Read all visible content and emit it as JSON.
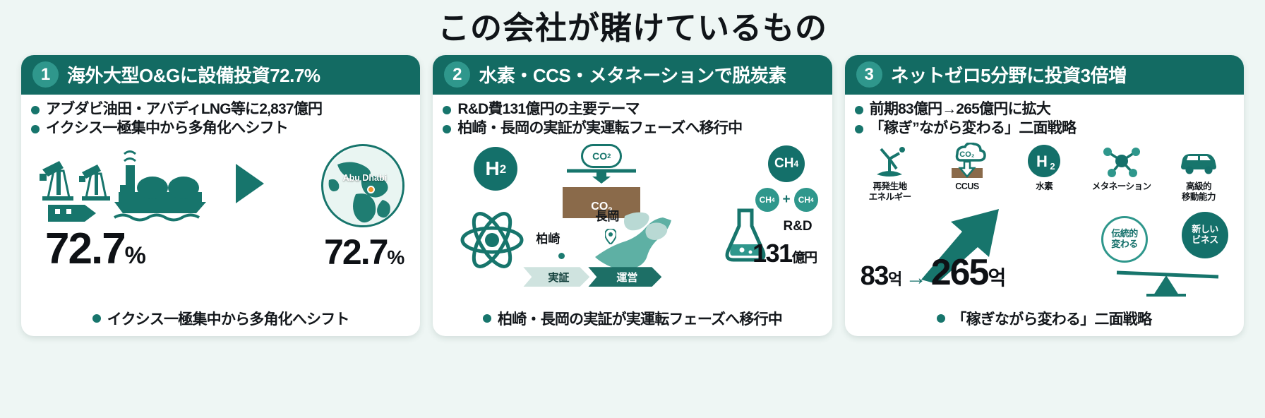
{
  "title": "この会社が賭けているもの",
  "colors": {
    "background": "#eef6f4",
    "header_green": "#136b63",
    "accent_green": "#2f978c",
    "teal": "#17756c",
    "soil_brown": "#8a6a4a"
  },
  "cards": [
    {
      "number": "1",
      "title": "海外大型O&Gに設備投資72.7%",
      "bullets": [
        "アブダビ油田・アバディLNG等に2,837億円",
        "イクシス一極集中から多角化へシフト"
      ],
      "footer_bullet": "イクシス一極集中から多角化へシフト",
      "globe_label": "Abu Dhabi",
      "stat_primary": {
        "value": "72.7",
        "unit": "%"
      },
      "stat_secondary": {
        "value": "72.7",
        "unit": "%"
      },
      "icons": [
        "oil-pumpjack",
        "oil-pumpjack",
        "lng-carrier-ship",
        "refinery-plant",
        "arrow-right",
        "globe"
      ]
    },
    {
      "number": "2",
      "title": "水素・CCS・メタネーションで脱炭素",
      "bullets": [
        "R&D費131億円の主要テーマ",
        "柏崎・長岡の実証が実運転フェーズへ移行中"
      ],
      "footer_bullet": "柏崎・長岡の実証が実運転フェーズへ移行中",
      "h2_badge": "H",
      "h2_sub": "2",
      "ccs": {
        "cloud": "CO",
        "cloud_sub": "2",
        "soil": "CO",
        "soil_sub": "2"
      },
      "ch4": {
        "main": "CH",
        "main_sub": "4",
        "left": "CH",
        "left_sub": "4",
        "right": "CH",
        "right_sub": "4",
        "plus": "+"
      },
      "map": {
        "city_left": "柏崎",
        "city_right": "長岡"
      },
      "phases": [
        "実証",
        "運営"
      ],
      "rnd": {
        "label": "R&D",
        "value": "131",
        "unit": "億円"
      }
    },
    {
      "number": "3",
      "title": "ネットゼロ5分野に投資3倍増",
      "bullets": [
        "前期83億円→265億円に拡大",
        "「稼ぎ”ながら変わる」二面戦略"
      ],
      "footer_bullet": "「稼ぎながら変わる」二面戦略",
      "fields": [
        {
          "icon": "renewable-energy-icon",
          "label": "再発生地\nエネルギー"
        },
        {
          "icon": "ccus-icon",
          "label": "CCUS"
        },
        {
          "icon": "hydrogen-icon",
          "label": "水素"
        },
        {
          "icon": "methanation-icon",
          "label": "メタネーション"
        },
        {
          "icon": "mobility-icon",
          "label": "高級的\n移動能力"
        }
      ],
      "growth": {
        "from": "83",
        "from_unit": "억",
        "arrow": "→",
        "to": "265",
        "to_unit": "억"
      },
      "balance": {
        "old": "伝統的\n変わる",
        "new": "新しい\nビネス"
      }
    }
  ]
}
